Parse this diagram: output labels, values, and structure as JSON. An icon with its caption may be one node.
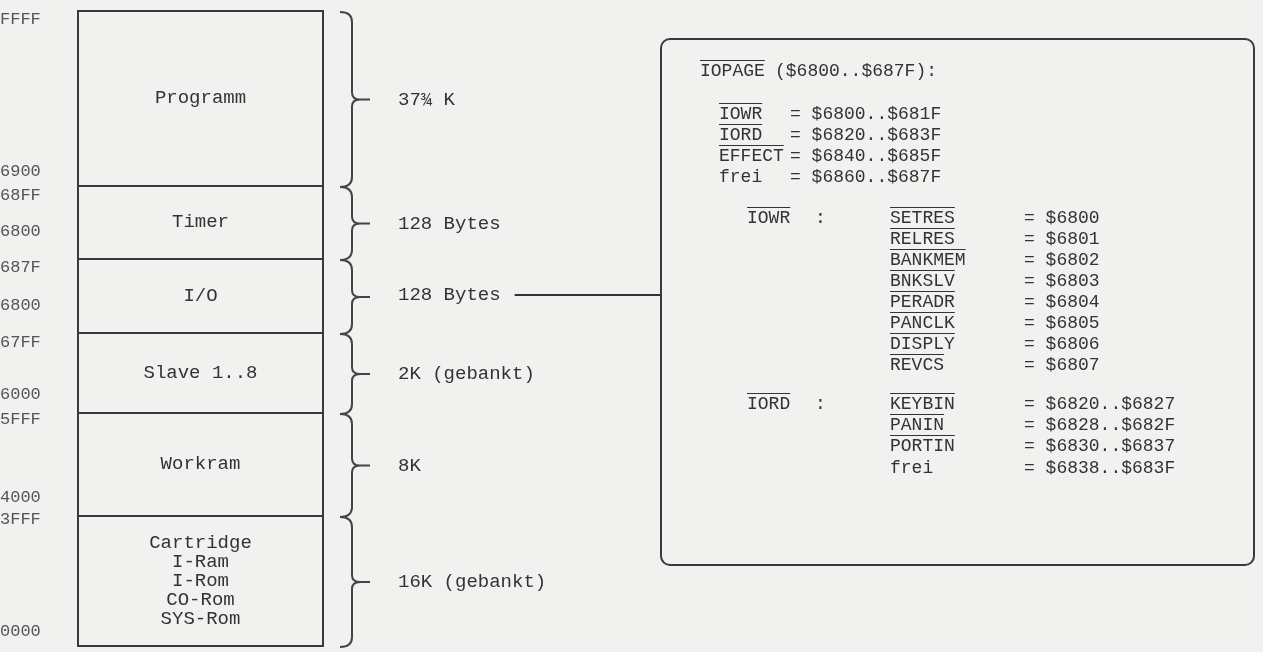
{
  "diagram": {
    "nodes": [
      {
        "text": [
          "Programm"
        ],
        "beside": [
          "37¾ K"
        ]
      },
      {
        "text": [
          "Timer"
        ],
        "beside": [
          "128 Bytes"
        ]
      },
      {
        "text": [
          "I/O"
        ]
      },
      {
        "text": [
          "Slave 1..8"
        ],
        "beside": [
          "2K (gebankt)"
        ]
      },
      {
        "text": [
          "Workram"
        ],
        "beside": [
          "8K"
        ]
      },
      {
        "text": [
          "Cartridge",
          "I-Ram",
          "I-Rom",
          "CO-Rom",
          "SYS-Rom"
        ],
        "beside": [
          "16K (gebankt)"
        ]
      },
      {
        "text": [
          "128 Bytes"
        ]
      },
      {
        "text": [
          "IOPAGE",
          "($6800..$687F):",
          "IOWR",
          "= $6800..$681F",
          "IORD",
          "= $6820..$683F",
          "EFFECT",
          "= $6840..$685F",
          "frei",
          "= $6860..$687F",
          "IOWR",
          ":",
          "SETRES",
          "= $6800",
          "RELRES",
          "= $6801",
          "BANKMEM",
          "= $6802",
          "BNKSLV",
          "= $6803",
          "PERADR",
          "= $6804",
          "PANCLK",
          "= $6805",
          "DISPLY",
          "= $6806",
          "REVCS",
          "= $6807",
          "IORD",
          ":",
          "KEYBIN",
          "= $6820..$6827",
          "PANIN",
          "= $6828..$682F",
          "PORTIN",
          "= $6830..$6837",
          "frei",
          "= $6838..$683F"
        ]
      }
    ],
    "edges": [
      {
        "from": 6,
        "to": 7,
        "arrow": "none"
      }
    ],
    "labels": [
      "FFFF",
      "6900",
      "68FF",
      "6800",
      "687F",
      "6800",
      "67FF",
      "6000",
      "5FFF",
      "4000",
      "3FFF",
      "0000"
    ]
  }
}
